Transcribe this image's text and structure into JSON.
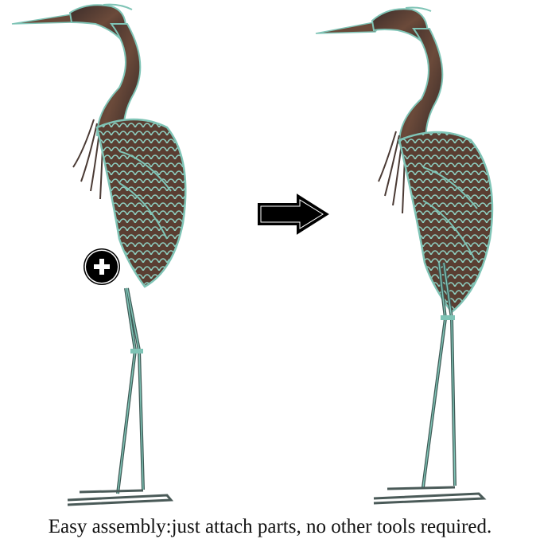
{
  "image": {
    "description": "Product assembly illustration: metal heron garden statue shown disassembled (left) and assembled (right)",
    "left_figure": {
      "label": "heron-disassembled",
      "badge_icon": "plus-icon"
    },
    "arrow_icon": "arrow-right-icon",
    "right_figure": {
      "label": "heron-assembled"
    },
    "caption": "Easy assembly:just attach parts, no other tools required.",
    "colors": {
      "background": "#ffffff",
      "patina": "#7fc4b6",
      "bronze": "#5a3a2e",
      "dark": "#2a2020",
      "badge": "#000000",
      "caption_text": "#111111"
    }
  }
}
